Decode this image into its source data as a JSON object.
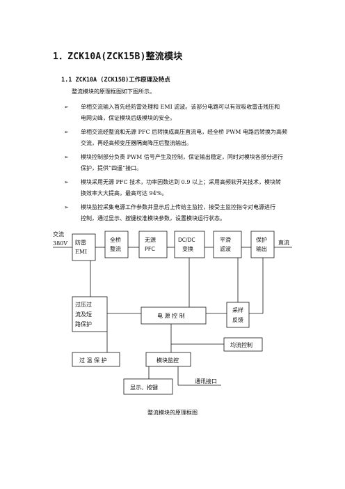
{
  "heading": "1．ZCK10A(ZCK15B)整流模块",
  "subheading": "1.1 ZCK10A (ZCK15B)工作原理及特点",
  "intro": "整流模块的原理框图如下图所示。",
  "bullets": [
    {
      "line1": "单相交流输入首先经防雷处理和 EMI 滤波。该部分电路可以有效吸收雷击残压和",
      "line2": "电网尖峰，保证模块后级模块的安全。"
    },
    {
      "line1": "单相交流经整流和无源 PFC 后转换成高压直流电，经全桥 PWM 电路后转换为高频",
      "line2": "交流，再经高频变压器隔离降压后整流输出。"
    },
    {
      "line1": "模块控制部分负责 PWM 信号产生及控制，保证输出稳定，同时对模块各部分进行",
      "line2": "保护，提供“四遥”接口。"
    },
    {
      "line1": "模块采用无源 PFC 技术，功率因数达到 0.9 以上；采用高频软开关技术，模块转",
      "line2": "换效率大大提高，最高可达 94%。"
    },
    {
      "line1": "模块监控采集电源工作参数并显示后上传给主监控，接受主监控指令对电源进行",
      "line2": "控制，通过显示、按键校准模块参数，设置模块运行状态。"
    }
  ],
  "bullet_icon": "arrow-bullet-icon",
  "arrow_glyph": "➢",
  "diagram": {
    "input_label_1": "交流",
    "input_label_2": "380V",
    "emi_1": "防雷",
    "emi_2": "EMI",
    "bridge_1": "全桥",
    "bridge_2": "整流",
    "pfc_1": "无源",
    "pfc_2": "PFC",
    "dcdc_1": "DC/DC",
    "dcdc_2": "变换",
    "smooth_1": "平滑",
    "smooth_2": "滤波",
    "protect_1": "保护",
    "protect_2": "输出",
    "output_label": "直流",
    "ovp_1": "过压过",
    "ovp_2": "流及短",
    "ovp_3": "路保护",
    "power_control": "电 源 控 制",
    "sample_1": "采样",
    "sample_2": "反馈",
    "current_share": "均流控制",
    "over_temp": "过 温 保 护",
    "module_monitor": "模块监控",
    "display_keys": "显示、按键",
    "comm_port": "通讯接口"
  },
  "caption": "整流模块的原理框图"
}
